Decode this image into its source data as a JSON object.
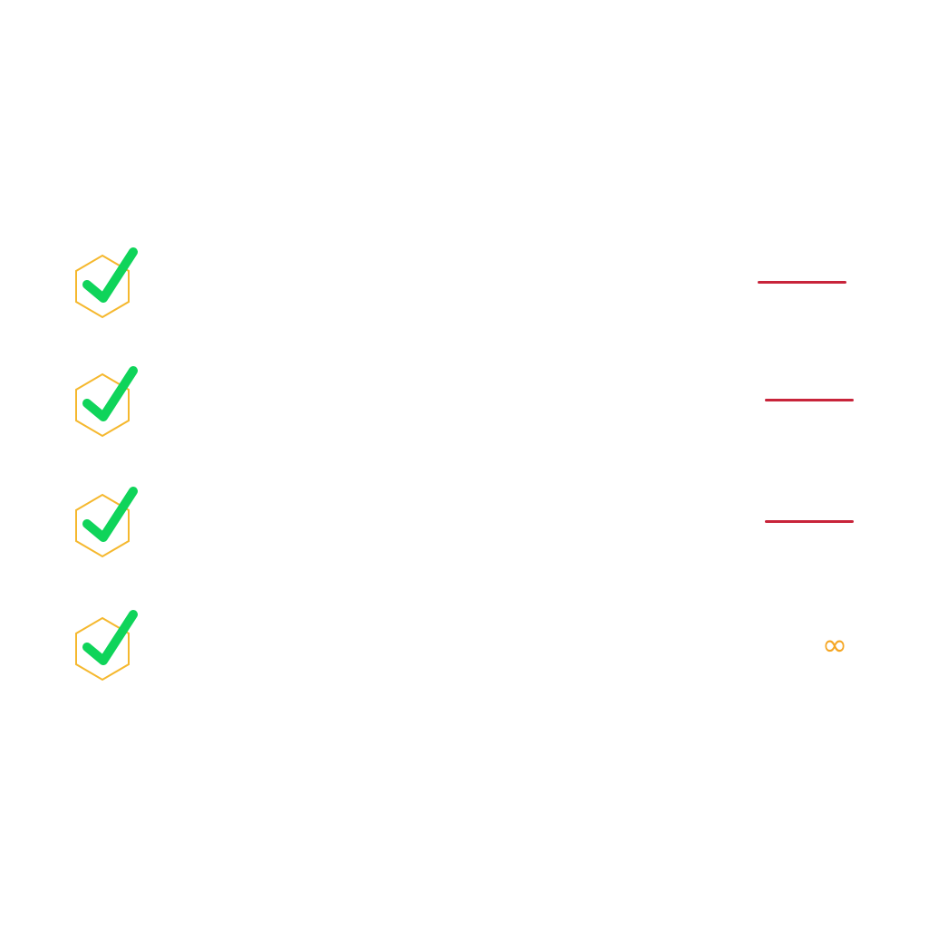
{
  "colors": {
    "check": "#0fd45a",
    "hexagon": "#f5b82e",
    "dash": "#c8243a",
    "infinity": "#f5a623",
    "background": "#ffffff"
  },
  "rows": [
    {
      "status": "checked",
      "value_type": "dash"
    },
    {
      "status": "checked",
      "value_type": "dash"
    },
    {
      "status": "checked",
      "value_type": "dash"
    },
    {
      "status": "checked",
      "value_type": "symbol",
      "symbol": "∞"
    }
  ]
}
